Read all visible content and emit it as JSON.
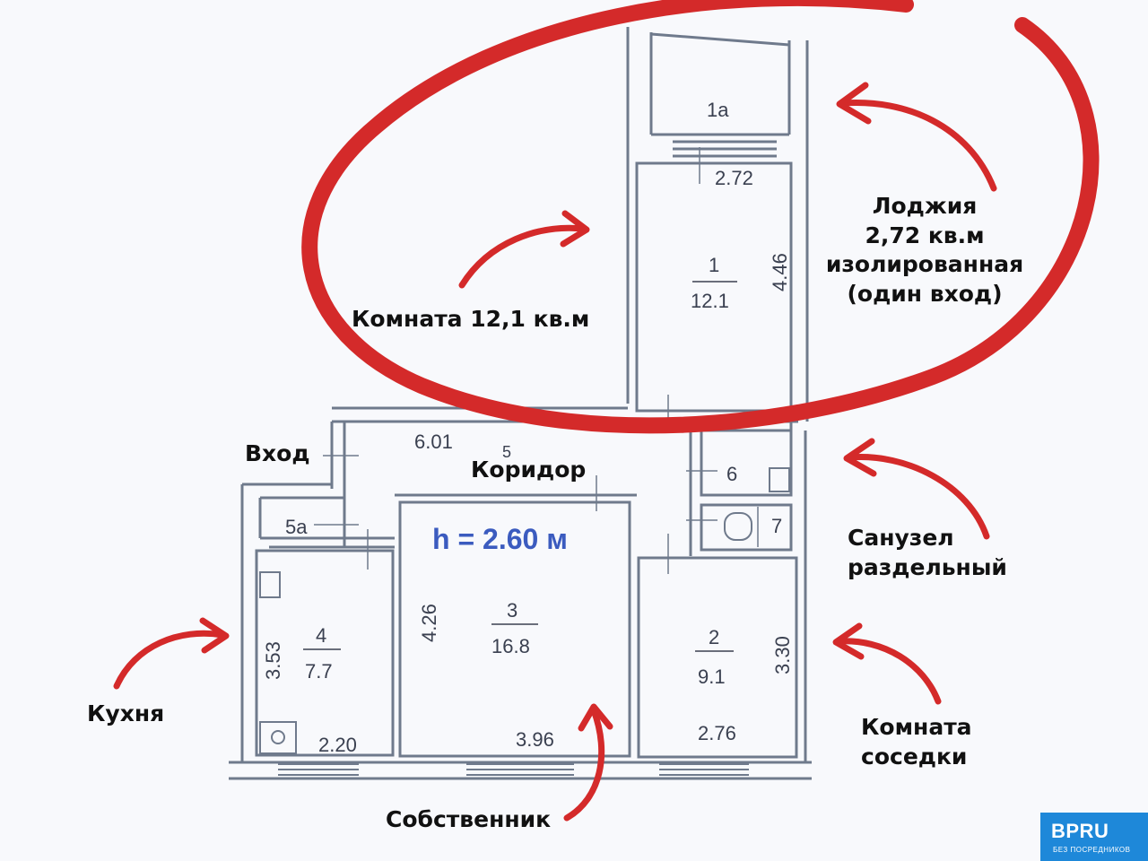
{
  "plan": {
    "rooms": [
      {
        "id": "room-1a",
        "number": "1а",
        "area": "",
        "dims": [
          "2.72"
        ]
      },
      {
        "id": "room-1",
        "number": "1",
        "area": "12.1",
        "dims": [
          "4.46"
        ]
      },
      {
        "id": "room-5",
        "number": "5",
        "area": "6.01",
        "dims": []
      },
      {
        "id": "room-5a",
        "number": "5а",
        "area": "",
        "dims": []
      },
      {
        "id": "room-6",
        "number": "6",
        "area": "",
        "dims": []
      },
      {
        "id": "room-7",
        "number": "7",
        "area": "",
        "dims": []
      },
      {
        "id": "room-4",
        "number": "4",
        "area": "7.7",
        "dims": [
          "3.53",
          "2.20"
        ]
      },
      {
        "id": "room-3",
        "number": "3",
        "area": "16.8",
        "dims": [
          "4.26",
          "3.96"
        ]
      },
      {
        "id": "room-2",
        "number": "2",
        "area": "9.1",
        "dims": [
          "3.30",
          "2.76"
        ]
      }
    ],
    "ceiling_height": "h = 2.60 м",
    "wall_color": "#6f7a8c",
    "stamp_color": "#3b5bbf"
  },
  "annotations": {
    "room_12": "Комната 12,1 кв.м",
    "loggia": [
      "Лоджия",
      "2,72 кв.м",
      "изолированная",
      "(один вход)"
    ],
    "entrance": "Вход",
    "corridor": "Коридор",
    "bathroom": [
      "Санузел",
      "раздельный"
    ],
    "kitchen": "Кухня",
    "neighbor_room": [
      "Комната",
      "соседки"
    ],
    "owner": "Собственник"
  },
  "accent_color": "#d42a2a",
  "watermark": {
    "logo": "BPRU",
    "subtitle": "БЕЗ ПОСРЕДНИКОВ",
    "color": "#1e88d9"
  }
}
